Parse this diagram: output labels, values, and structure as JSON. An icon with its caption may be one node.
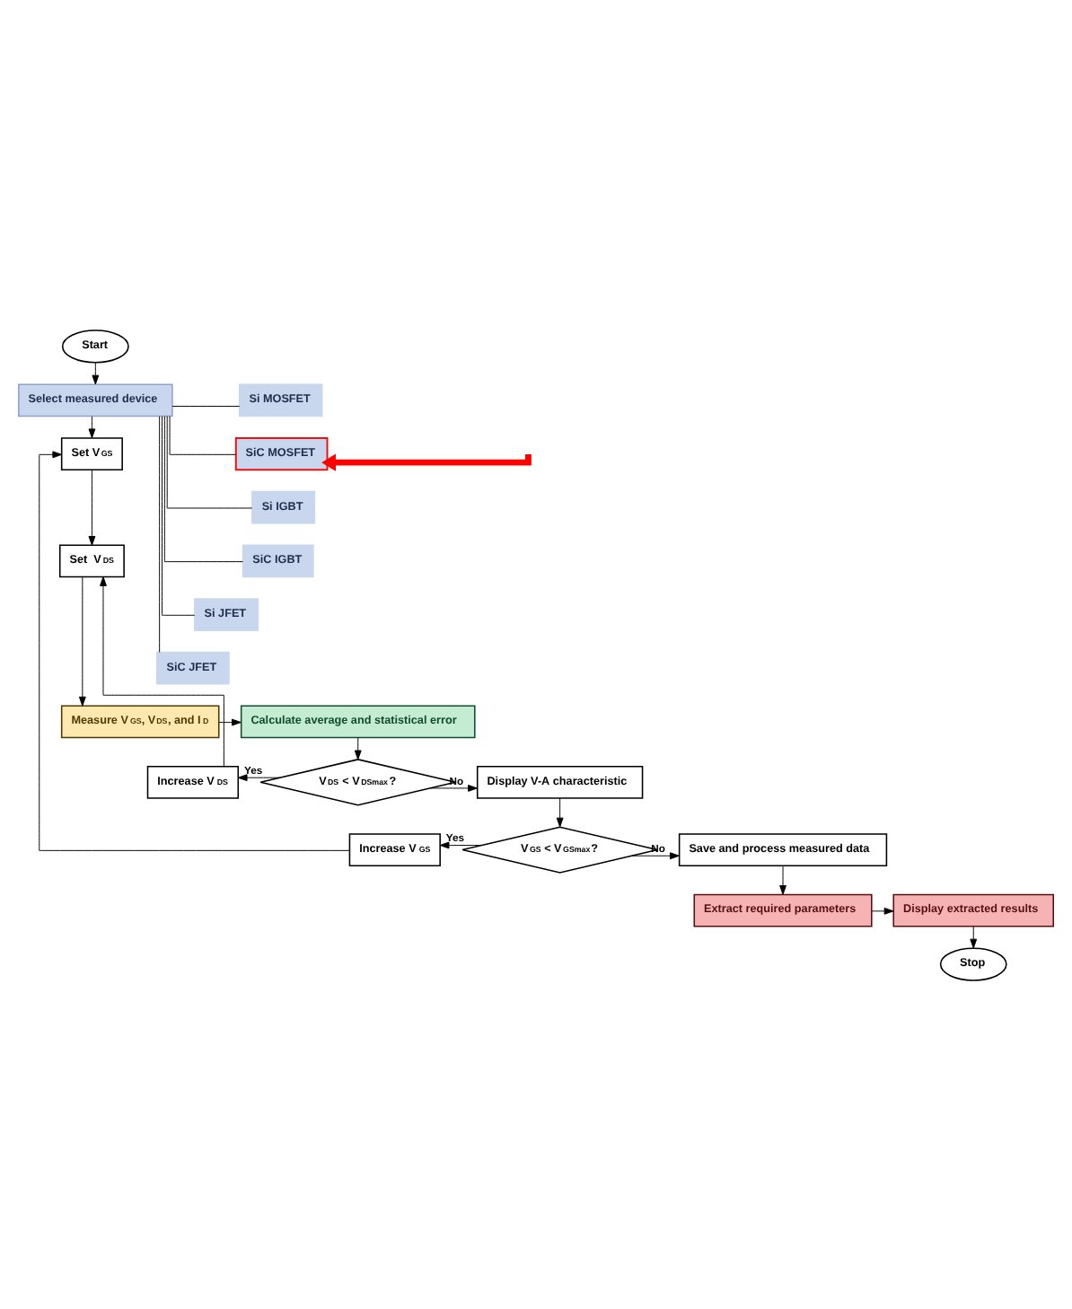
{
  "diagram": {
    "nodes": [
      {
        "text": [
          "Start"
        ]
      },
      {
        "text": [
          "Select measured device"
        ]
      },
      {
        "text": [
          "Si MOSFET"
        ]
      },
      {
        "text": [
          "SiC MOSFET"
        ]
      },
      {
        "text": [
          "Si IGBT"
        ]
      },
      {
        "text": [
          "SiC IGBT"
        ]
      },
      {
        "text": [
          "Si JFET"
        ]
      },
      {
        "text": [
          "SiC JFET"
        ]
      },
      {
        "text": [
          "Set V$_{GS}$"
        ]
      },
      {
        "text": [
          "Set  V$_{DS}$"
        ]
      },
      {
        "text": [
          "Measure V$_{GS}$, V$_{DS}$, and I$_{D}$"
        ]
      },
      {
        "text": [
          "Calculate average and statistical error"
        ]
      },
      {
        "text": [
          "V$_{DS}$ < V$_{DSmax}$?"
        ]
      },
      {
        "text": [
          "Increase V$_{DS}$"
        ]
      },
      {
        "text": [
          "Display V-A characteristic"
        ]
      },
      {
        "text": [
          "V$_{GS}$ < V$_{GSmax}$?"
        ]
      },
      {
        "text": [
          "Increase V$_{GS}$"
        ]
      },
      {
        "text": [
          "Save and process measured data"
        ]
      },
      {
        "text": [
          "Extract required parameters"
        ]
      },
      {
        "text": [
          "Display extracted results"
        ]
      },
      {
        "text": [
          "Stop"
        ]
      }
    ],
    "edges": [
      {
        "from": 0,
        "to": 1,
        "arrow": "to"
      },
      {
        "from": 1,
        "to": 2,
        "arrow": "none"
      },
      {
        "from": 1,
        "to": 3,
        "arrow": "none"
      },
      {
        "from": 1,
        "to": 4,
        "arrow": "none"
      },
      {
        "from": 1,
        "to": 5,
        "arrow": "none"
      },
      {
        "from": 1,
        "to": 6,
        "arrow": "none"
      },
      {
        "from": 1,
        "to": 7,
        "arrow": "none"
      },
      {
        "from": null,
        "to": 3,
        "arrow": "to",
        "style": "thick",
        "color": "#ff0000"
      },
      {
        "from": 1,
        "to": 8,
        "arrow": "to"
      },
      {
        "from": 8,
        "to": 9,
        "arrow": "to"
      },
      {
        "from": 9,
        "to": 10,
        "arrow": "to"
      },
      {
        "from": 10,
        "to": 11,
        "arrow": "to"
      },
      {
        "from": 11,
        "to": 12,
        "arrow": "to"
      },
      {
        "from": 12,
        "to": 13,
        "arrow": "to",
        "label": "Yes"
      },
      {
        "from": 12,
        "to": 14,
        "arrow": "to",
        "label": "No"
      },
      {
        "from": 13,
        "to": 9,
        "arrow": "to"
      },
      {
        "from": 14,
        "to": 15,
        "arrow": "to"
      },
      {
        "from": 15,
        "to": 16,
        "arrow": "to",
        "label": "Yes"
      },
      {
        "from": 15,
        "to": 17,
        "arrow": "to",
        "label": "No"
      },
      {
        "from": 16,
        "to": 8,
        "arrow": "to"
      },
      {
        "from": 17,
        "to": 18,
        "arrow": "to"
      },
      {
        "from": 18,
        "to": 19,
        "arrow": "to"
      },
      {
        "from": 19,
        "to": 20,
        "arrow": "to"
      }
    ]
  }
}
